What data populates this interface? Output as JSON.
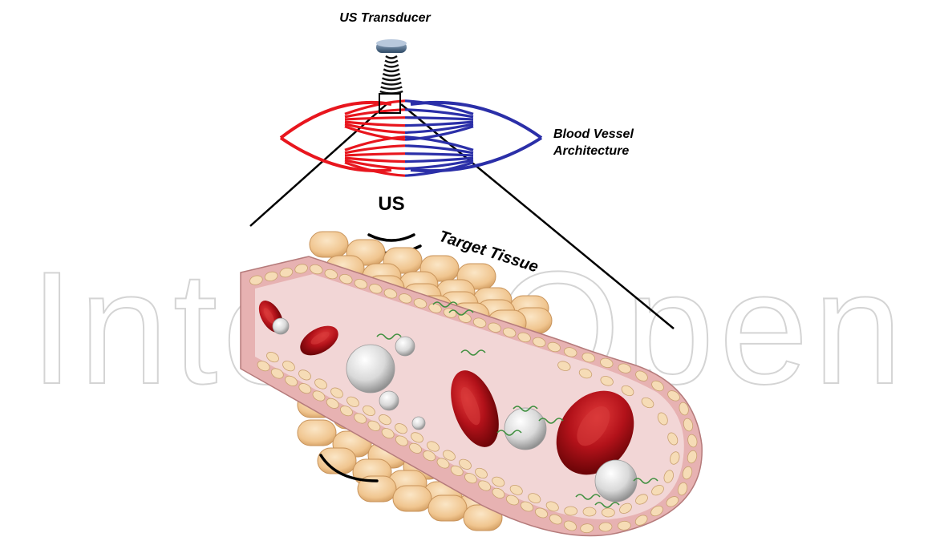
{
  "watermark": {
    "text": "IntechOpen"
  },
  "labels": {
    "transducer": "US Transducer",
    "vessel_line1": "Blood Vessel",
    "vessel_line2": "Architecture",
    "us": "US",
    "tissue": "Target Tissue"
  },
  "colors": {
    "arterial": "#e8161e",
    "venous": "#2b2fa8",
    "tissue_cell": "#f3cf9e",
    "vessel_wall": "#e7b3b3",
    "lumen": "#f2d4d4",
    "red_cell": "#a80f14",
    "bubble": "#e6e6e6",
    "ligand": "#3e8f3e"
  },
  "icons": [
    "transducer-icon",
    "ultrasound-wave-icon",
    "vessel-network-icon",
    "microbubble-icon",
    "red-blood-cell-icon"
  ]
}
